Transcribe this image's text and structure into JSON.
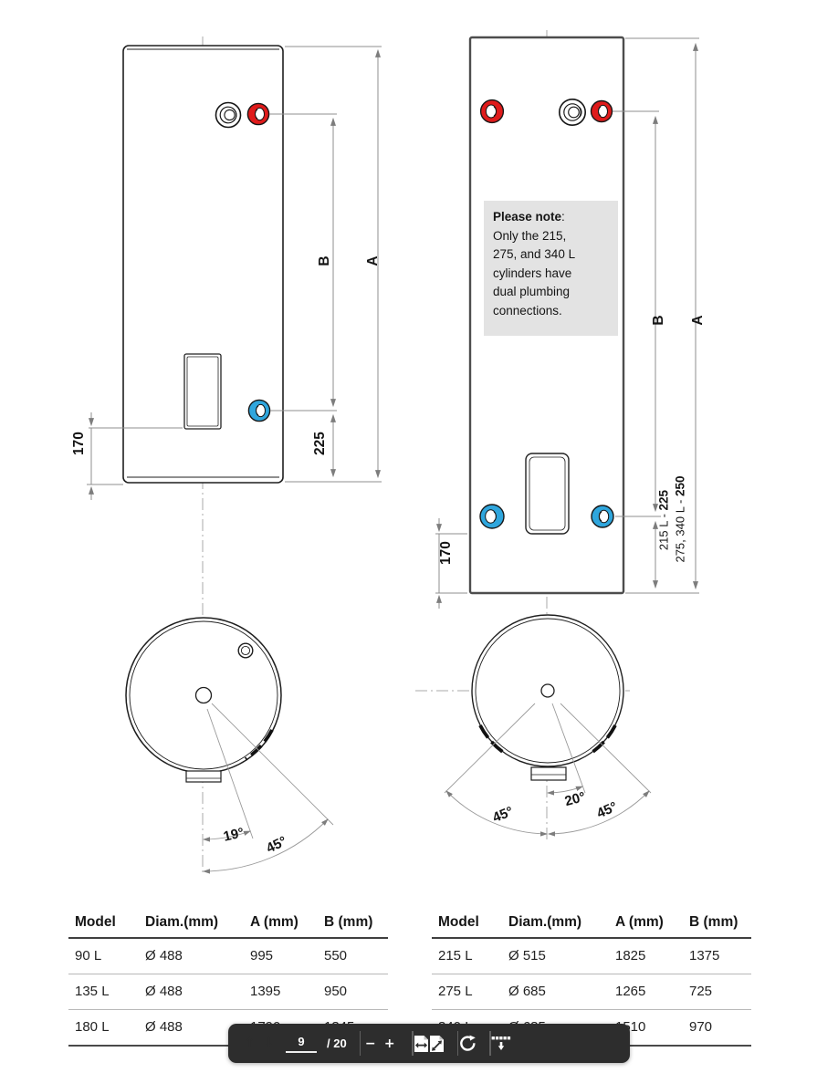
{
  "colors": {
    "hot_fitting_red": "#df1b1b",
    "cold_fitting_blue": "#2fa6dd",
    "note_background": "#e3e3e3",
    "dimension_gray": "#8f8f8f",
    "toolbar_background": "#2d2d2d"
  },
  "left_diagram": {
    "labels": {
      "a": "A",
      "b": "B",
      "dim_170": "170",
      "dim_225": "225"
    },
    "bottom_labels": {
      "angle_19": "19°",
      "angle_45": "45°"
    }
  },
  "right_diagram": {
    "labels": {
      "a": "A",
      "b": "B",
      "dim_170": "170",
      "dim_215_prefix": "215 L - ",
      "dim_215_value": "225",
      "dim_275_prefix": "275, 340 L - ",
      "dim_275_value": "250"
    },
    "note": {
      "title": "Please note",
      "colon": ":",
      "lines": [
        "Only the 215,",
        "275, and 340 L",
        "cylinders have",
        "dual plumbing",
        "connections."
      ]
    },
    "bottom_labels": {
      "angle_20": "20°",
      "angle_45_left": "45°",
      "angle_45_right": "45°"
    }
  },
  "tables": {
    "headers": [
      "Model",
      "Diam.(mm)",
      "A (mm)",
      "B (mm)"
    ],
    "left": {
      "rows": [
        [
          "90 L",
          "Ø 488",
          "995",
          "550"
        ],
        [
          "135 L",
          "Ø 488",
          "1395",
          "950"
        ],
        [
          "180 L",
          "Ø 488",
          "1790",
          "1345"
        ]
      ]
    },
    "right": {
      "rows": [
        [
          "215 L",
          "Ø 515",
          "1825",
          "1375"
        ],
        [
          "275 L",
          "Ø 685",
          "1265",
          "725"
        ],
        [
          "340 L",
          "Ø 685",
          "1510",
          "970"
        ]
      ]
    }
  },
  "toolbar": {
    "page_current": "9",
    "page_total": "/ 20",
    "prev_glyph": "↑",
    "next_glyph": "↓",
    "zoom_out_glyph": "−",
    "zoom_in_glyph": "+"
  }
}
